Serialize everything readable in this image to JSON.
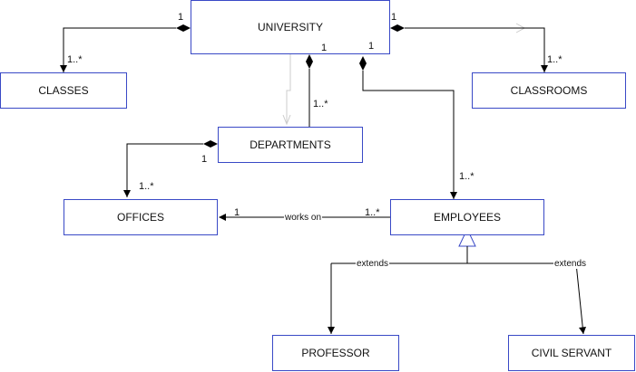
{
  "classes": {
    "university": "UNIVERSITY",
    "classes": "CLASSES",
    "classrooms": "CLASSROOMS",
    "departments": "DEPARTMENTS",
    "offices": "OFFICES",
    "employees": "EMPLOYEES",
    "professor": "PROFESSOR",
    "civil_servant": "CIVIL SERVANT"
  },
  "associations": {
    "university_classes": {
      "source_mult": "1",
      "target_mult": "1..*"
    },
    "university_classrooms": {
      "source_mult": "1",
      "target_mult": "1..*"
    },
    "university_departments": {
      "source_mult": "1",
      "target_mult": "1..*"
    },
    "university_employees": {
      "source_mult": "1",
      "target_mult": "1..*"
    },
    "departments_offices": {
      "source_mult": "1",
      "target_mult": "1..*"
    },
    "employees_offices": {
      "label": "works on",
      "source_mult": "1..*",
      "target_mult": "1"
    }
  },
  "generalizations": {
    "professor_label": "extends",
    "civil_servant_label": "extends"
  },
  "colors": {
    "box_border": "#3949c6",
    "line": "#000000",
    "faint_line": "#cccccc"
  }
}
